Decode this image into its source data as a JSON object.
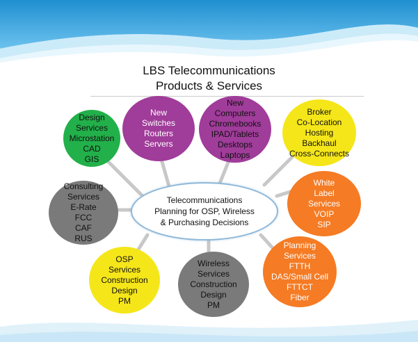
{
  "title_line1": "LBS Telecommunications",
  "title_line2": "Products & Services",
  "center": {
    "lines": [
      "Telecommunications",
      "Planning for OSP, Wireless",
      "& Purchasing Decisions"
    ],
    "border_color": "#8fb8d8"
  },
  "nodes": [
    {
      "id": "design",
      "color": "#22b04a",
      "text_color": "#111111",
      "lines": [
        "Design",
        "Services",
        "Microstation",
        "CAD",
        "GIS"
      ]
    },
    {
      "id": "switches",
      "color": "#a03c9a",
      "text_color": "#ffffff",
      "lines": [
        "New",
        "Switches",
        "Routers",
        "Servers"
      ]
    },
    {
      "id": "computers",
      "color": "#a03c9a",
      "text_color": "#111111",
      "lines": [
        "New",
        "Computers",
        "Chromebooks",
        "IPAD/Tablets",
        "Desktops",
        "Laptops"
      ]
    },
    {
      "id": "broker",
      "color": "#f5e61a",
      "text_color": "#111111",
      "lines": [
        "Broker",
        "Co-Location",
        "Hosting",
        "Backhaul",
        "Cross-Connects"
      ]
    },
    {
      "id": "consulting",
      "color": "#7a7a7a",
      "text_color": "#111111",
      "lines": [
        "Consulting",
        "Services",
        "E-Rate",
        "FCC",
        "CAF",
        "RUS"
      ]
    },
    {
      "id": "white-label",
      "color": "#f57b24",
      "text_color": "#ffffff",
      "lines": [
        "White",
        "Label",
        "Services",
        "VOIP",
        "SIP"
      ]
    },
    {
      "id": "osp",
      "color": "#f5e61a",
      "text_color": "#111111",
      "lines": [
        "OSP",
        "Services",
        "Construction",
        "Design",
        "PM"
      ]
    },
    {
      "id": "wireless",
      "color": "#7a7a7a",
      "text_color": "#111111",
      "lines": [
        "Wireless",
        "Services",
        "Construction",
        "Design",
        "PM"
      ]
    },
    {
      "id": "planning",
      "color": "#f57b24",
      "text_color": "#ffffff",
      "lines": [
        "Planning",
        "Services",
        "FTTH",
        "DAS/Small Cell",
        "FTTCT",
        "Fiber"
      ]
    }
  ],
  "connector_color": "#c8c8c8"
}
